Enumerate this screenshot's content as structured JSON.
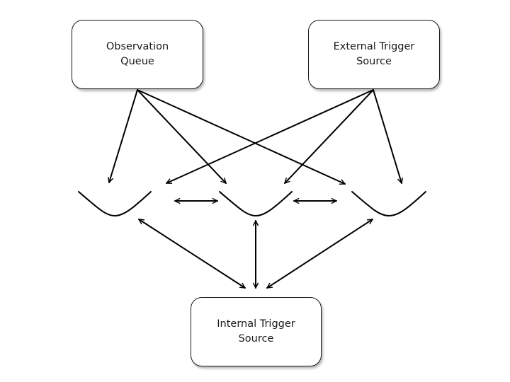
{
  "diagram": {
    "nodes": {
      "observation_queue": {
        "line1": "Observation",
        "line2": "Queue"
      },
      "external_trigger": {
        "line1": "External Trigger",
        "line2": "Source"
      },
      "internal_trigger": {
        "line1": "Internal Trigger",
        "line2": "Source"
      }
    },
    "wells": [
      "left-well",
      "middle-well",
      "right-well"
    ],
    "edges": [
      {
        "from": "observation_queue",
        "to": "left-well",
        "type": "directed"
      },
      {
        "from": "observation_queue",
        "to": "middle-well",
        "type": "directed"
      },
      {
        "from": "observation_queue",
        "to": "right-well",
        "type": "directed"
      },
      {
        "from": "external_trigger",
        "to": "left-well",
        "type": "directed"
      },
      {
        "from": "external_trigger",
        "to": "middle-well",
        "type": "directed"
      },
      {
        "from": "external_trigger",
        "to": "right-well",
        "type": "directed"
      },
      {
        "from": "left-well",
        "to": "middle-well",
        "type": "bidirectional"
      },
      {
        "from": "middle-well",
        "to": "right-well",
        "type": "bidirectional"
      },
      {
        "from": "left-well",
        "to": "internal_trigger",
        "type": "bidirectional"
      },
      {
        "from": "middle-well",
        "to": "internal_trigger",
        "type": "bidirectional"
      },
      {
        "from": "right-well",
        "to": "internal_trigger",
        "type": "bidirectional"
      }
    ]
  }
}
